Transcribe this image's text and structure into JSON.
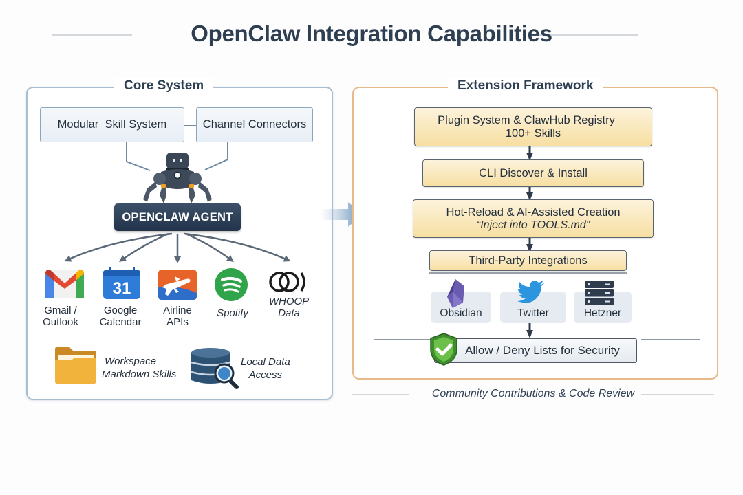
{
  "title": "OpenClaw Integration Capabilities",
  "core_system": {
    "title": "Core System",
    "top_boxes": [
      "Modular  Skill System",
      "Channel Connectors"
    ],
    "agent_label": "OPENCLAW AGENT",
    "services": [
      {
        "icon": "gmail-icon",
        "label": "Gmail / Outlook",
        "lines": [
          "Gmail /",
          "Outlook"
        ]
      },
      {
        "icon": "google-calendar-icon",
        "label": "Google Calendar",
        "lines": [
          "Google",
          "Calendar"
        ],
        "calendar_day": "31"
      },
      {
        "icon": "airline-icon",
        "label": "Airline APIs",
        "lines": [
          "Airline",
          "APIs"
        ]
      },
      {
        "icon": "spotify-icon",
        "label": "Spotify",
        "lines": [
          "Spotify"
        ]
      },
      {
        "icon": "whoop-icon",
        "label": "WHOOP Data",
        "lines": [
          "WHOOP",
          "Data"
        ]
      }
    ],
    "bottom_items": [
      {
        "icon": "folder-icon",
        "lines": [
          "Workspace",
          "Markdown Skills"
        ]
      },
      {
        "icon": "database-search-icon",
        "lines": [
          "Local Data",
          "Access"
        ]
      }
    ]
  },
  "extension_framework": {
    "title": "Extension Framework",
    "steps": [
      {
        "label": "Plugin System & ClawHub Registry",
        "sub": "100+ Skills"
      },
      {
        "label": "CLI Discover & Install"
      },
      {
        "label": "Hot-Reload & AI-Assisted Creation",
        "sub": "“Inject into TOOLS.md”"
      },
      {
        "label": "Third-Party Integrations"
      }
    ],
    "integrations": [
      {
        "icon": "obsidian-icon",
        "label": "Obsidian"
      },
      {
        "icon": "twitter-icon",
        "label": "Twitter"
      },
      {
        "icon": "server-icon",
        "label": "Hetzner"
      }
    ],
    "security": {
      "icon": "shield-check-icon",
      "label": "Allow / Deny Lists for Security"
    }
  },
  "footer": "Community Contributions & Code Review",
  "colors": {
    "core_border": "#a9bfd1",
    "ext_border": "#e8b98a",
    "agent_bg": "#2b3d54",
    "step_fill": "#f7dfa2",
    "shield_green": "#3d9a35"
  }
}
